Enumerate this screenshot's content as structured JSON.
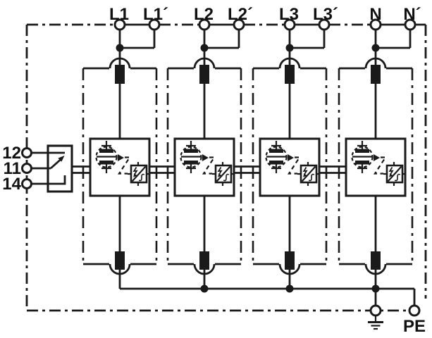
{
  "diagram": {
    "kind": "surge-protective-device basic circuit diagram",
    "colors": {
      "line": "#1a1a1a",
      "background": "#ffffff"
    },
    "module_count": 4
  },
  "terminals": {
    "top": [
      {
        "label": "L1"
      },
      {
        "label": "L1´"
      },
      {
        "label": "L2"
      },
      {
        "label": "L2´"
      },
      {
        "label": "L3"
      },
      {
        "label": "L3´"
      },
      {
        "label": "N"
      },
      {
        "label": "N´"
      }
    ],
    "remote_signalling": [
      {
        "label": "12"
      },
      {
        "label": "11"
      },
      {
        "label": "14"
      }
    ],
    "protective_earth": {
      "label": "PE"
    }
  }
}
